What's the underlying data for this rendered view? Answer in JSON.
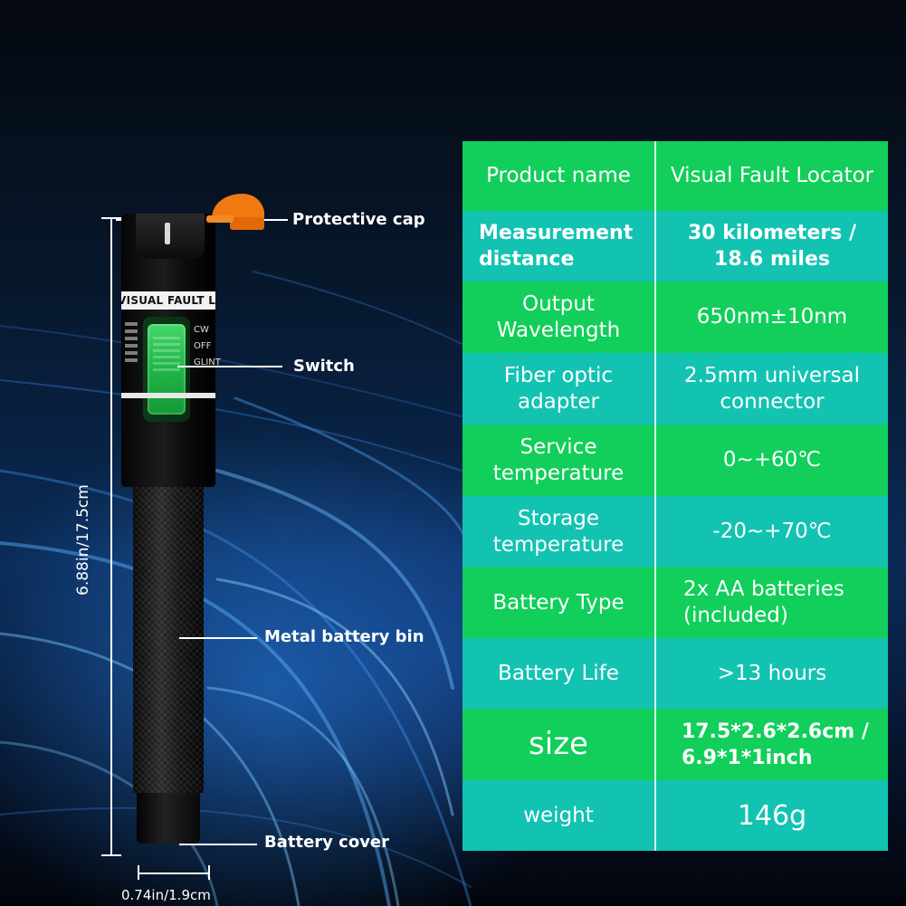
{
  "product_diagram": {
    "callouts": {
      "protective_cap": "Protective cap",
      "switch": "Switch",
      "metal_battery_bin": "Metal battery bin",
      "battery_cover": "Battery cover"
    },
    "dimensions": {
      "height": "6.88in/17.5cm",
      "width": "0.74in/1.9cm"
    },
    "pen_band_text": "VISUAL FAULT LOCATOR",
    "pen_switch_labels": [
      "CW",
      "OFF",
      "GLINT"
    ],
    "cap_color": "#f07a10",
    "switch_color": "#22b84a"
  },
  "spec_table": {
    "colors": {
      "green": "#11cf5a",
      "teal": "#12c3b2"
    },
    "rows": [
      {
        "label": "Product name",
        "value": "Visual Fault Locator"
      },
      {
        "label": "Measurement distance",
        "value": "30 kilometers / 18.6 miles"
      },
      {
        "label": "Output Wavelength",
        "value": "650nm±10nm"
      },
      {
        "label": "Fiber optic adapter",
        "value": "2.5mm universal connector"
      },
      {
        "label": "Service temperature",
        "value": "0~+60℃"
      },
      {
        "label": "Storage temperature",
        "value": "-20~+70℃"
      },
      {
        "label": "Battery Type",
        "value": "2x AA batteries (included)"
      },
      {
        "label": "Battery Life",
        "value": ">13 hours"
      },
      {
        "label": "size",
        "value": "17.5*2.6*2.6cm / 6.9*1*1inch"
      },
      {
        "label": "weight",
        "value": "146g"
      }
    ]
  }
}
